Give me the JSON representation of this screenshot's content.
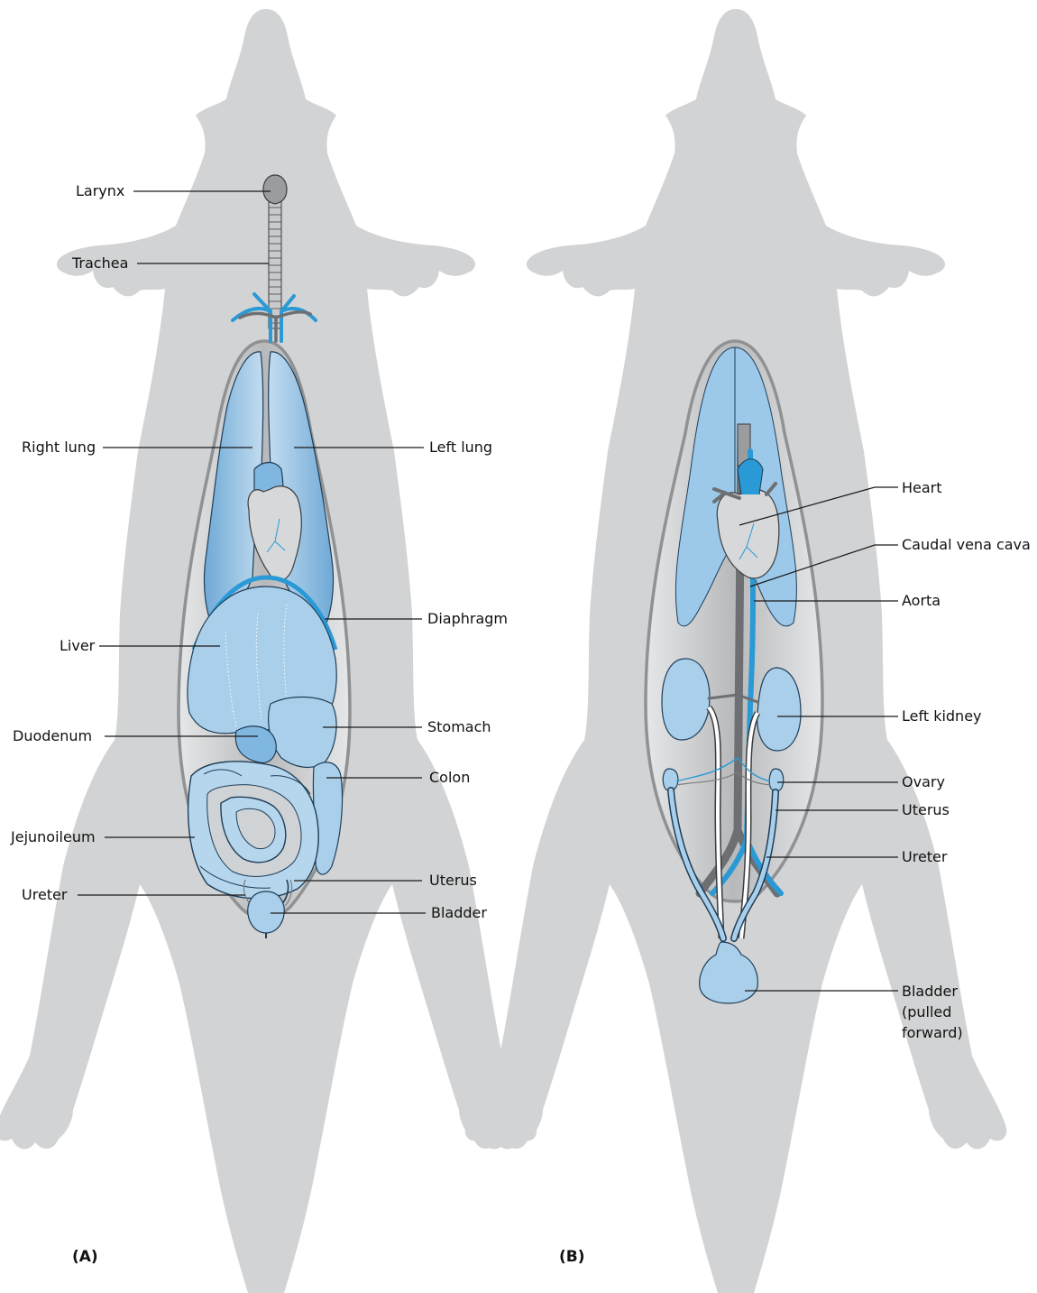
{
  "panels": [
    {
      "id": "A",
      "label": "(A)"
    },
    {
      "id": "B",
      "label": "(B)"
    }
  ],
  "labels_a": [
    {
      "key": "larynx",
      "text": "Larynx"
    },
    {
      "key": "trachea",
      "text": "Trachea"
    },
    {
      "key": "right_lung",
      "text": "Right lung"
    },
    {
      "key": "left_lung",
      "text": "Left lung"
    },
    {
      "key": "diaphragm",
      "text": "Diaphragm"
    },
    {
      "key": "liver",
      "text": "Liver"
    },
    {
      "key": "duodenum",
      "text": "Duodenum"
    },
    {
      "key": "stomach",
      "text": "Stomach"
    },
    {
      "key": "colon",
      "text": "Colon"
    },
    {
      "key": "jejunoileum",
      "text": "Jejunoileum"
    },
    {
      "key": "uterus",
      "text": "Uterus"
    },
    {
      "key": "ureter",
      "text": "Ureter"
    },
    {
      "key": "bladder",
      "text": "Bladder"
    }
  ],
  "labels_b": [
    {
      "key": "heart",
      "text": "Heart"
    },
    {
      "key": "caudal_vena_cava",
      "text": "Caudal vena cava"
    },
    {
      "key": "aorta",
      "text": "Aorta"
    },
    {
      "key": "left_kidney",
      "text": "Left kidney"
    },
    {
      "key": "ovary",
      "text": "Ovary"
    },
    {
      "key": "uterus",
      "text": "Uterus"
    },
    {
      "key": "ureter",
      "text": "Ureter"
    },
    {
      "key": "bladder",
      "text": "Bladder",
      "lines": [
        "Bladder",
        "(pulled",
        "forward)"
      ]
    }
  ],
  "colors": {
    "silhouette": "#d2d3d4",
    "organ_blue": "#a9cfeb",
    "vessel_blue": "#2a9ad6",
    "vessel_grey": "#6d6f72",
    "cavity_grey": "#c4c6c8"
  }
}
